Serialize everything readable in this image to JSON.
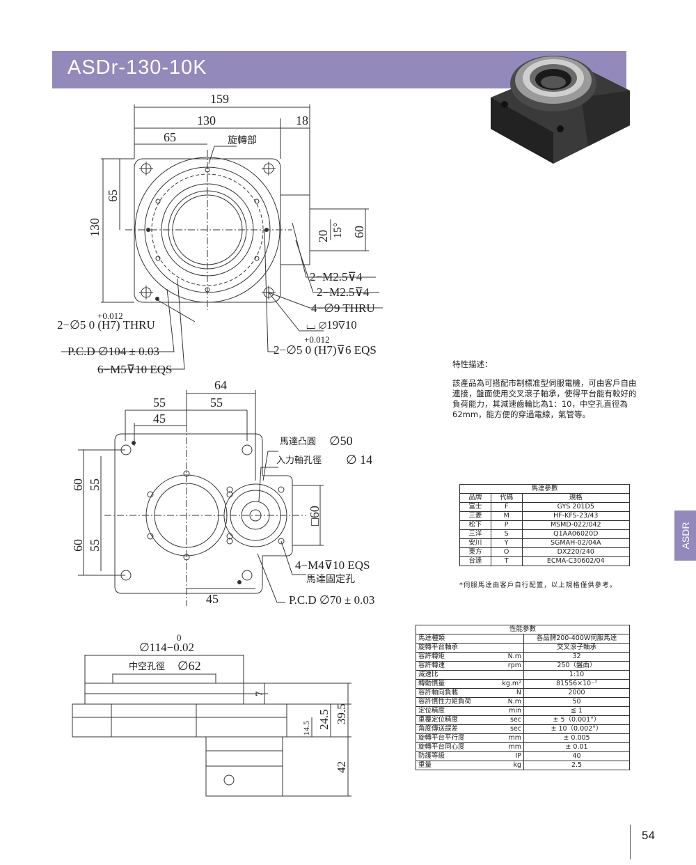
{
  "title": "ASDr-130-10K",
  "side_tab": "ASDR",
  "page_number": "54",
  "colors": {
    "accent": "#9389bb"
  },
  "drawing_top": {
    "dims": {
      "d159": "159",
      "d130w": "130",
      "d65w": "65",
      "d18": "18",
      "d130h": "130",
      "d65h": "65",
      "d20": "20",
      "d15deg": "15°",
      "d60": "60"
    },
    "rotating_part": "旋轉部",
    "callouts": {
      "m25_a": "2−M2.5⊽4",
      "m25_b": "2−M2.5⊽4",
      "thru9": "4−∅9 THRU",
      "cbore": "⌴ ∅19⊽10",
      "pin_thru_tol": "+0.012",
      "pin_thru": "2−∅5  0   (H7) THRU",
      "pcd104": "P.C.D ∅104 ± 0.03",
      "m5": "6−M5⊽10 EQS",
      "pin_eqs_tol": "+0.012",
      "pin_eqs": "2−∅5  0   (H7)⊽6 EQS"
    }
  },
  "drawing_bottom": {
    "dims": {
      "d64": "64",
      "d55a": "55",
      "d55b": "55",
      "d45t": "45",
      "d60a": "60",
      "d55c": "55",
      "d60b": "60",
      "d55d": "55",
      "d45b": "45",
      "sq60": "□60"
    },
    "callouts": {
      "motor_boss": "馬達凸圓",
      "motor_boss_val": "∅50",
      "input_shaft": "入力軸孔徑",
      "input_shaft_val": "∅ 14",
      "m4": "4−M4⊽10 EQS",
      "motor_hole": "馬達固定孔",
      "pcd70": "P.C.D ∅70 ± 0.03"
    }
  },
  "drawing_side": {
    "dia114_tol": "0",
    "dia114": "∅114−0.02",
    "hollow": "中空孔徑",
    "hollow_val": "∅62",
    "d7": "7",
    "d14_5": "14.5",
    "d24_5": "24.5",
    "d39_5": "39.5",
    "d42": "42"
  },
  "description": {
    "heading": "特性描述：",
    "text": "該產品為可搭配市制標准型伺服電機，可由客戶自由連接，盤面使用交叉滾子軸承，使得平台能有較好的負荷能力，其減速齒輪比為1：10，中空孔直徑為62mm，能方便的穿過電線，氣管等。"
  },
  "motor_table": {
    "title": "馬達參數",
    "headers": [
      "品牌",
      "代碼",
      "規格"
    ],
    "rows": [
      [
        "富士",
        "F",
        "GYS 201D5"
      ],
      [
        "三菱",
        "M",
        "HF-KFS-23/43"
      ],
      [
        "松下",
        "P",
        "MSMD-022/042"
      ],
      [
        "三洋",
        "S",
        "Q1AA06020D"
      ],
      [
        "安川",
        "Y",
        "SGMAH-02/04A"
      ],
      [
        "東方",
        "O",
        "DX220/240"
      ],
      [
        "台達",
        "T",
        "ECMA-C30602/04"
      ]
    ],
    "note": "*伺服馬達由客戶自行配置，以上規格僅供參考。"
  },
  "perf_table": {
    "title": "性能參數",
    "rows": [
      [
        "馬達種類",
        "",
        "各品牌200-400W伺服馬達"
      ],
      [
        "旋轉平台軸承",
        "",
        "交叉滾子軸承"
      ],
      [
        "容許轉矩",
        "N.m",
        "32"
      ],
      [
        "容許轉速",
        "rpm",
        "250（盤面）"
      ],
      [
        "減速比",
        "",
        "1:10"
      ],
      [
        "轉動慣量",
        "kg.m²",
        "81556×10⁻⁷"
      ],
      [
        "容許軸向負載",
        "N",
        "2000"
      ],
      [
        "容許慣性力矩負荷",
        "N.m",
        "50"
      ],
      [
        "定位精度",
        "min",
        "≦ 1"
      ],
      [
        "重覆定位精度",
        "sec",
        "± 5（0.001°）"
      ],
      [
        "角度傳送誤差",
        "sec",
        "± 10（0.002°）"
      ],
      [
        "旋轉平台平行度",
        "mm",
        "± 0.005"
      ],
      [
        "旋轉平台同心度",
        "mm",
        "± 0.01"
      ],
      [
        "防護等級",
        "IP",
        "40"
      ],
      [
        "重量",
        "kg",
        "2.5"
      ]
    ]
  }
}
